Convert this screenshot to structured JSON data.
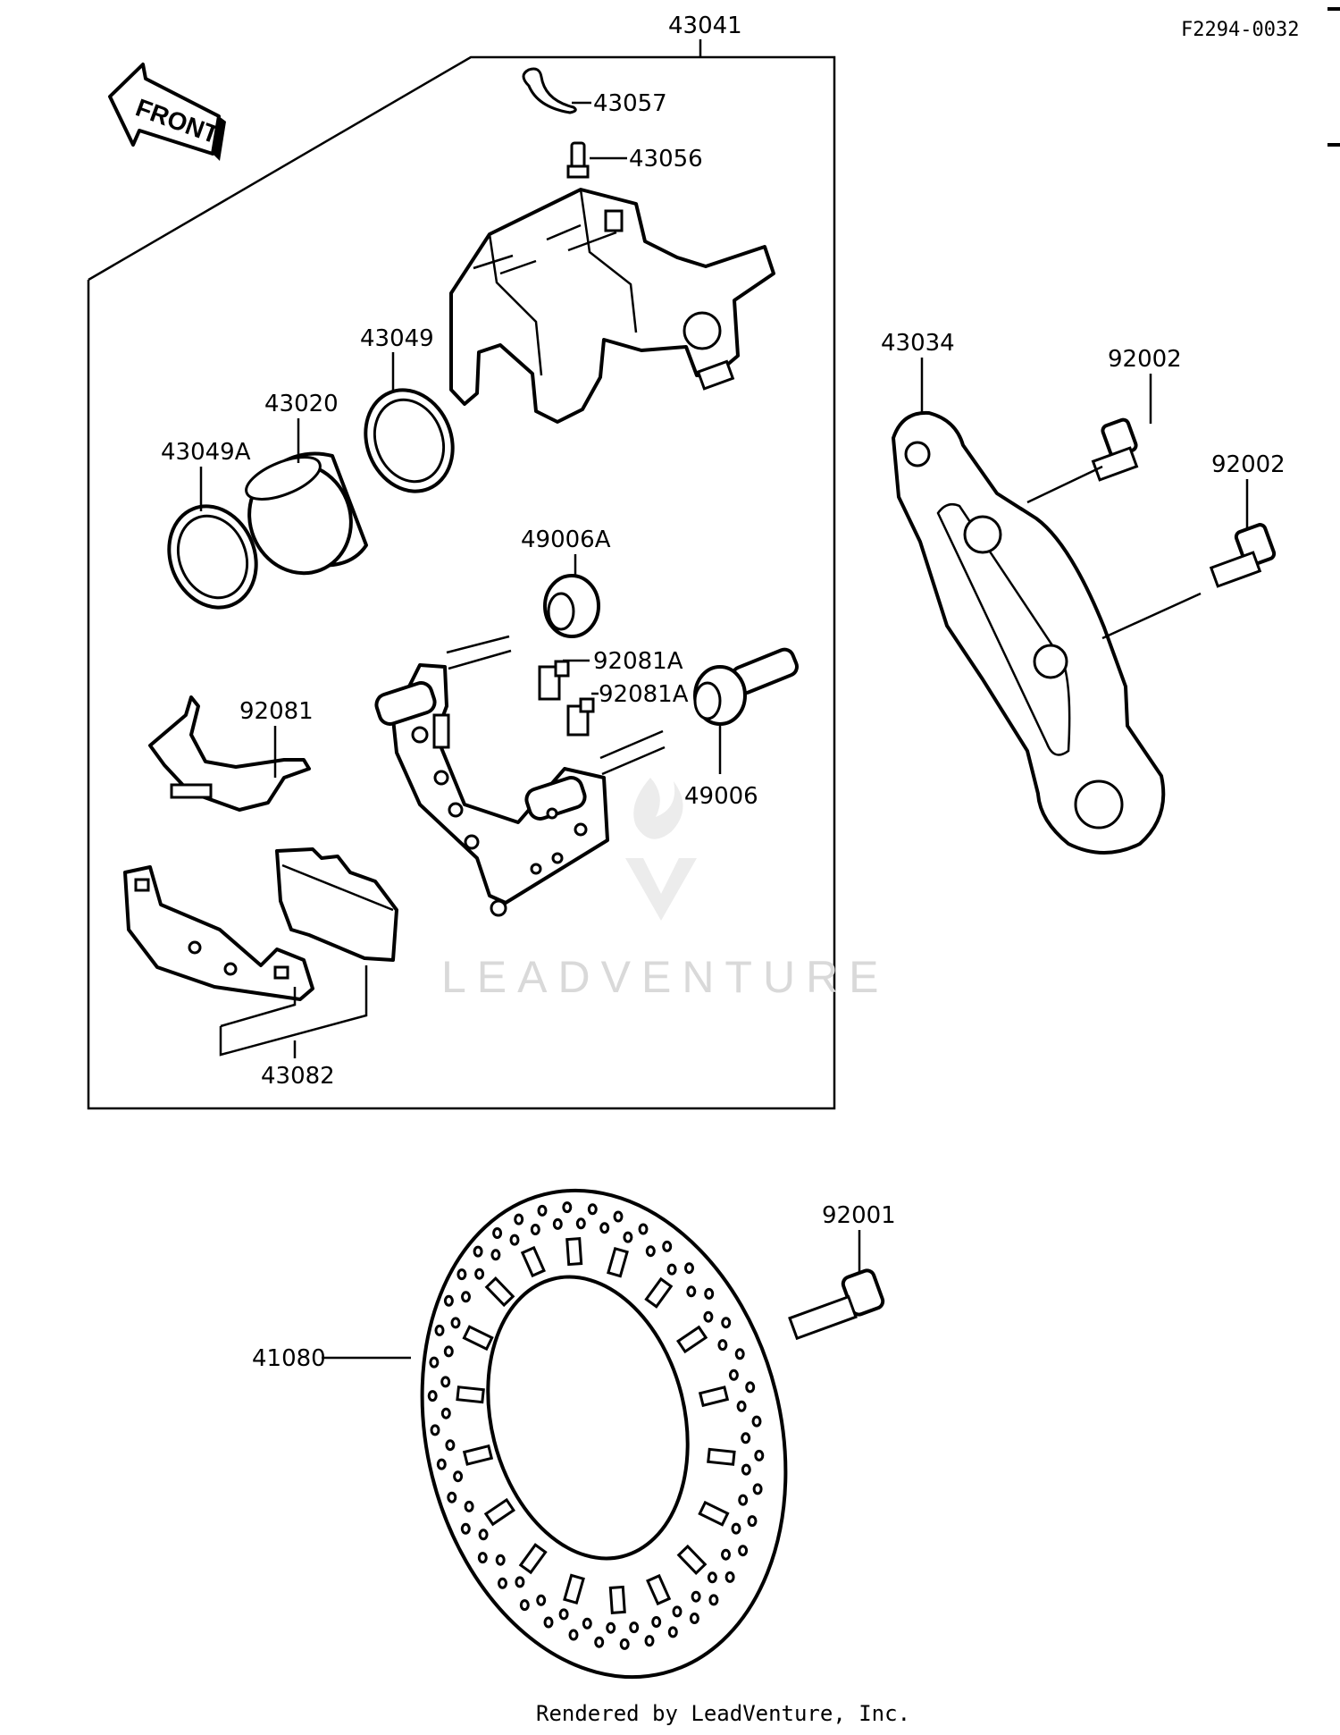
{
  "diagram_code": "F2294-0032",
  "front_arrow_label": "FRONT",
  "watermark": "LEADVENTURE",
  "footer": "Rendered by LeadVenture, Inc.",
  "callouts": {
    "caliper_assy": "43041",
    "bleeder_cap": "43057",
    "bleeder_valve": "43056",
    "seal_43049": "43049",
    "piston": "43020",
    "seal_43049a": "43049A",
    "bracket": "43034",
    "bolt_92002_top": "92002",
    "bolt_92002_bottom": "92002",
    "boot_49006a": "49006A",
    "pin_92081a_top": "92081A",
    "pin_92081a_bottom": "92081A",
    "boot_49006": "49006",
    "spring_92081": "92081",
    "pads": "43082",
    "disc": "41080",
    "bolt_92001": "92001"
  }
}
